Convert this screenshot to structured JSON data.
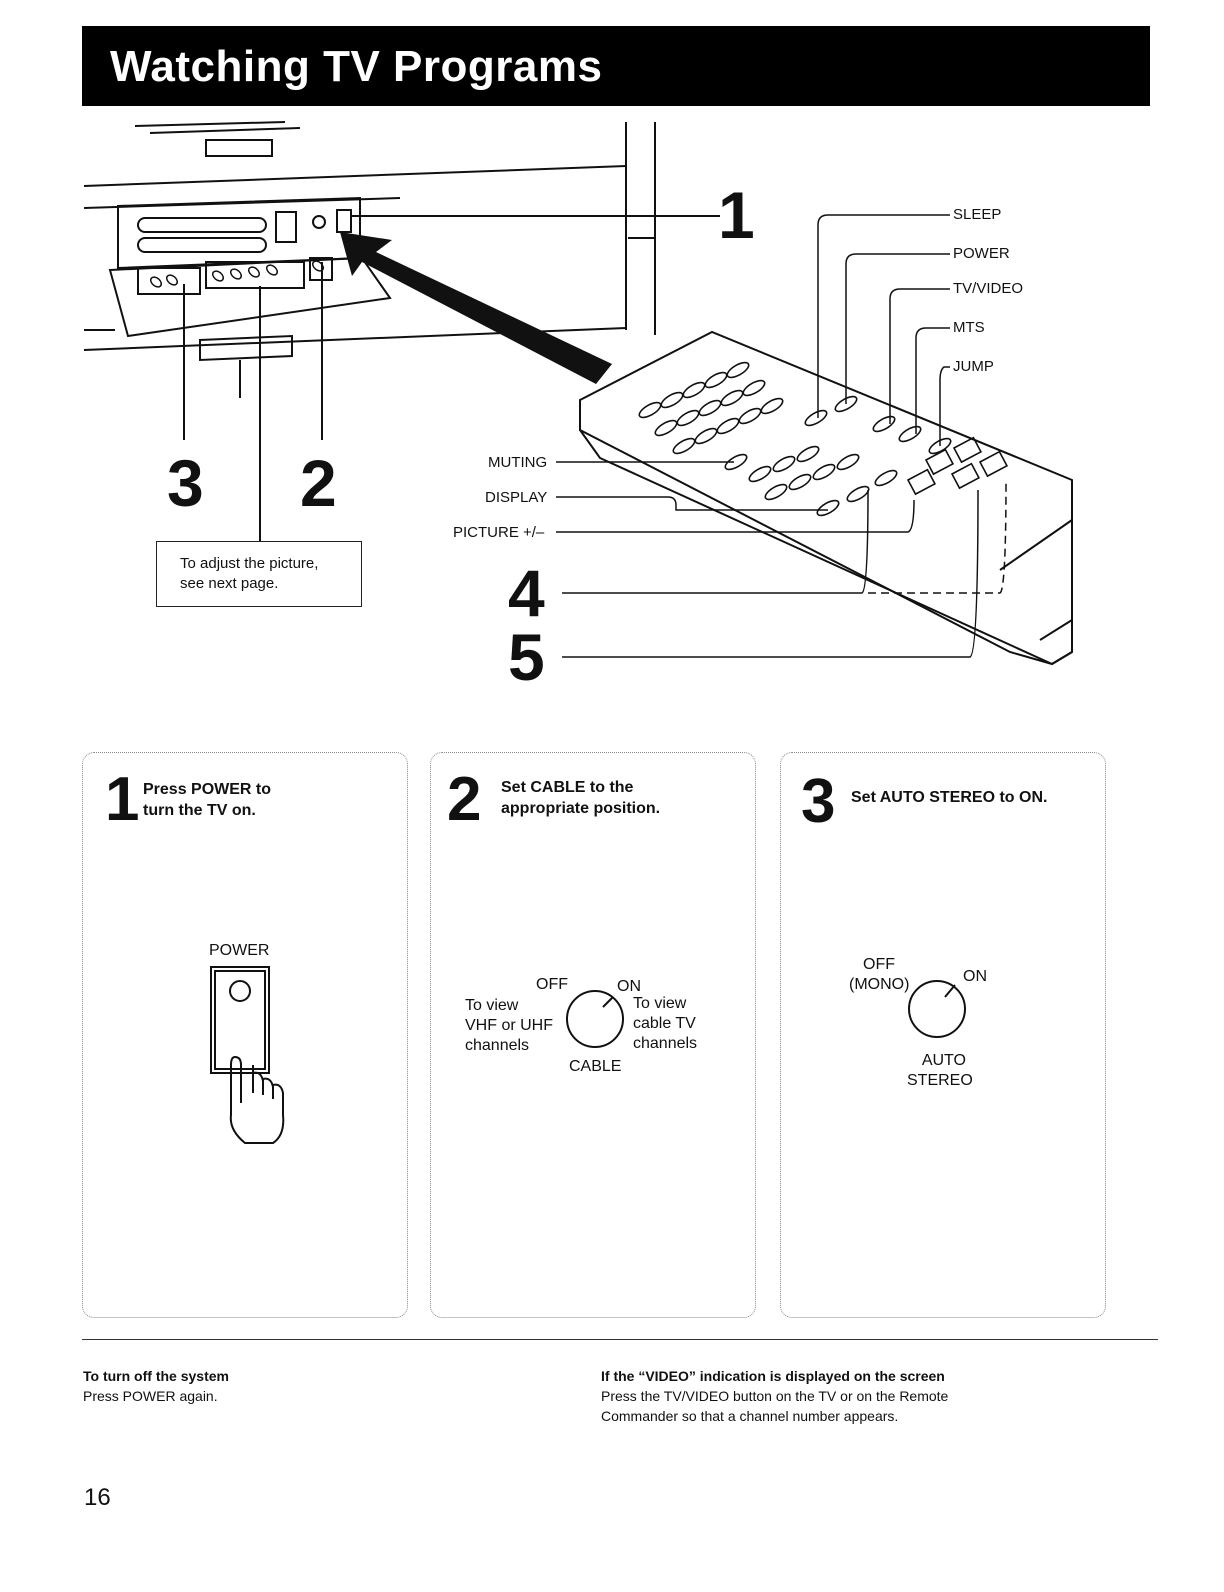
{
  "header": {
    "title": "Watching TV Programs"
  },
  "figure": {
    "tv_callouts": {
      "n1": "1",
      "n2": "2",
      "n3": "3"
    },
    "remote_callouts": {
      "sleep": "SLEEP",
      "power": "POWER",
      "tv_video": "TV/VIDEO",
      "mts": "MTS",
      "jump": "JUMP",
      "muting": "MUTING",
      "display": "DISPLAY",
      "picture": "PICTURE +/–",
      "n4": "4",
      "n5": "5"
    },
    "picture_note": {
      "line1": "To adjust the picture,",
      "line2": "see next page."
    }
  },
  "steps": [
    {
      "number": "1",
      "line1": "Press POWER to",
      "line2": "turn the TV on.",
      "diagram_label": "POWER"
    },
    {
      "number": "2",
      "line1": "Set CABLE to the",
      "line2": "appropriate position.",
      "off": "OFF",
      "on": "ON",
      "left1": "To view",
      "left2": "VHF or UHF",
      "left3": "channels",
      "right1": "To view",
      "right2": "cable TV",
      "right3": "channels",
      "knob": "CABLE"
    },
    {
      "number": "3",
      "line1": "Set AUTO STEREO to ON.",
      "off1": "OFF",
      "off2": "(MONO)",
      "on": "ON",
      "knob1": "AUTO",
      "knob2": "STEREO"
    }
  ],
  "notes": {
    "left": {
      "heading": "To turn off the system",
      "body": "Press POWER again."
    },
    "right": {
      "heading": "If the “VIDEO” indication is displayed on the screen",
      "body1": "Press the TV/VIDEO button on the TV or on the Remote",
      "body2": "Commander so that a channel number appears."
    }
  },
  "page_number": "16"
}
